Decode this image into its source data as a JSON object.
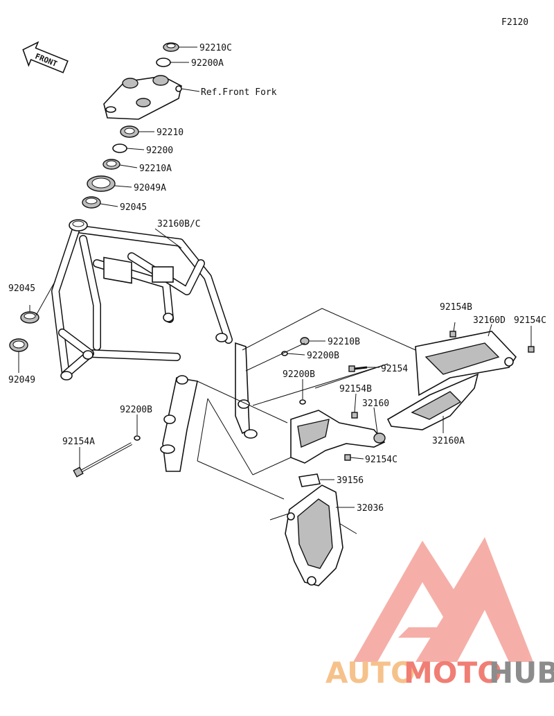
{
  "figure_code": "F2120",
  "front_label": "FRONT",
  "callouts": [
    {
      "id": "92210C",
      "text": "92210C"
    },
    {
      "id": "92200A",
      "text": "92200A"
    },
    {
      "id": "ref-front-fork",
      "text": "Ref.Front Fork"
    },
    {
      "id": "92210",
      "text": "92210"
    },
    {
      "id": "92200",
      "text": "92200"
    },
    {
      "id": "92210A",
      "text": "92210A"
    },
    {
      "id": "92049A",
      "text": "92049A"
    },
    {
      "id": "92045-top",
      "text": "92045"
    },
    {
      "id": "32160BC",
      "text": "32160B/C"
    },
    {
      "id": "92045-left",
      "text": "92045"
    },
    {
      "id": "92049",
      "text": "92049"
    },
    {
      "id": "92154B-top",
      "text": "92154B"
    },
    {
      "id": "32160D",
      "text": "32160D"
    },
    {
      "id": "92154C-top",
      "text": "92154C"
    },
    {
      "id": "92210B",
      "text": "92210B"
    },
    {
      "id": "92200B-mid",
      "text": "92200B"
    },
    {
      "id": "92154",
      "text": "92154"
    },
    {
      "id": "92200B-center",
      "text": "92200B"
    },
    {
      "id": "92154B-mid",
      "text": "92154B"
    },
    {
      "id": "32160",
      "text": "32160"
    },
    {
      "id": "32160A",
      "text": "32160A"
    },
    {
      "id": "92200B-left",
      "text": "92200B"
    },
    {
      "id": "92154A",
      "text": "92154A"
    },
    {
      "id": "92154C-low",
      "text": "92154C"
    },
    {
      "id": "39156",
      "text": "39156"
    },
    {
      "id": "32036",
      "text": "32036"
    }
  ],
  "watermark": {
    "part1": "AUTO",
    "part2": "MOTO",
    "part3": "HUB",
    "colors": {
      "auto": "#f6c28b",
      "moto": "#f07e74",
      "hub": "#8c8c8c",
      "logo": "#f4a29a"
    }
  }
}
